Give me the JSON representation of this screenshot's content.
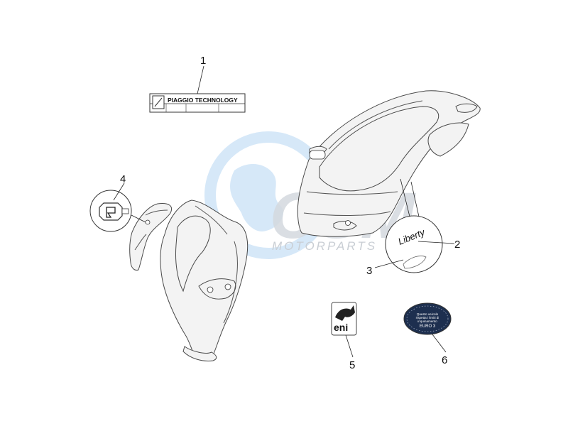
{
  "parts": [
    {
      "number": "1",
      "name": "Piaggio Technology plate"
    },
    {
      "number": "2",
      "name": "Liberty badge"
    },
    {
      "number": "3",
      "name": "Badge"
    },
    {
      "number": "4",
      "name": "Piaggio emblem"
    },
    {
      "number": "5",
      "name": "Eni sticker"
    },
    {
      "number": "6",
      "name": "Euro 3 sticker"
    }
  ],
  "labels": {
    "plate_text": "PIAGGIO TECHNOLOGY",
    "eni_text": "eni",
    "liberty_text": "Liberty",
    "euro_lines": [
      "Questo veicolo",
      "rispetta i limiti di",
      "inquinamento",
      "EURO 3"
    ]
  },
  "watermark": {
    "main": "CSM",
    "sub": "MOTORPARTS"
  },
  "colors": {
    "watermark": "#cfe2f5",
    "watermark_text": "#c9ced4",
    "line": "#4a4a4a"
  }
}
